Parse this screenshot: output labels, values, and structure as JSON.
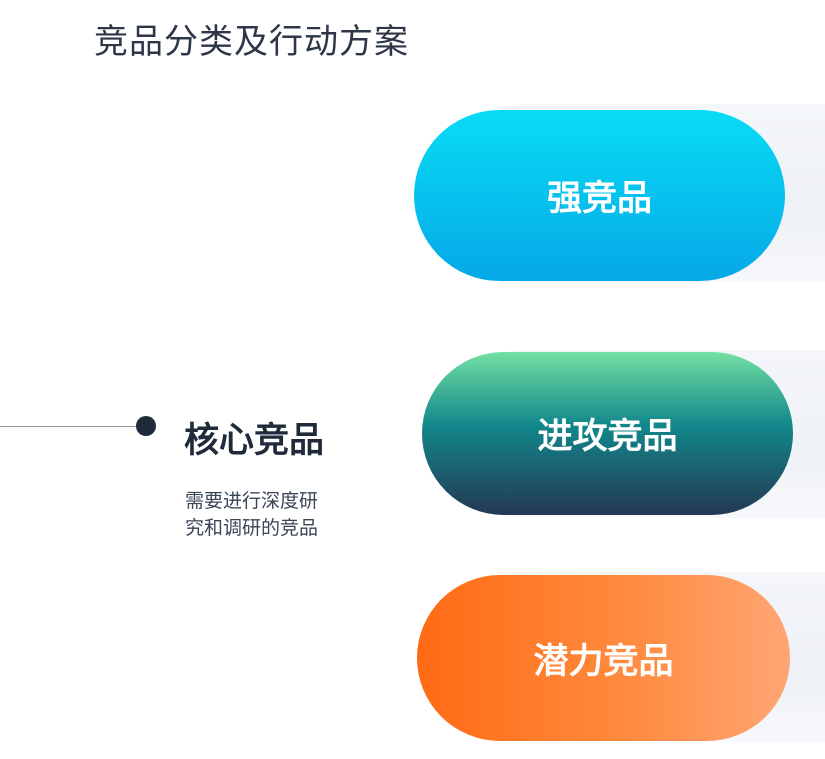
{
  "page": {
    "title": "竞品分类及行动方案"
  },
  "core": {
    "title": "核心竞品",
    "description_line1": "需要进行深度研",
    "description_line2": "究和调研的竞品"
  },
  "categories": [
    {
      "label": "强竞品",
      "color_top": "#08dcf5",
      "color_bottom": "#05a8e6"
    },
    {
      "label": "进攻竞品",
      "color_top": "#73e0a3",
      "color_bottom": "#243853"
    },
    {
      "label": "潜力竞品",
      "color_left": "#ff6a14",
      "color_right": "#ffa574"
    }
  ]
}
